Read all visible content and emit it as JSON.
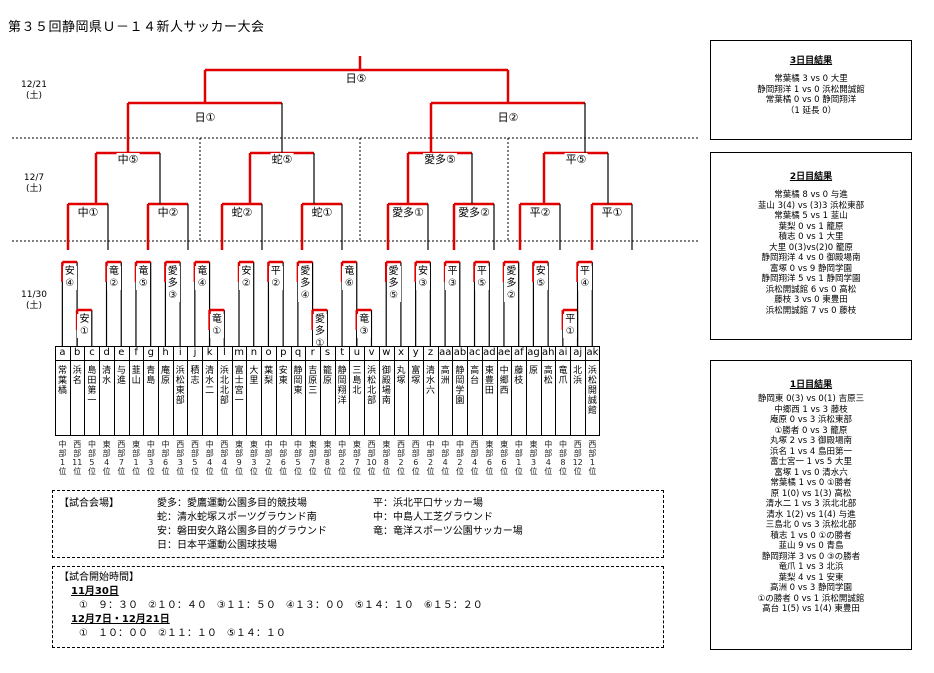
{
  "title": "第３５回静岡県Ｕ－１４新人サッカー大会",
  "days": {
    "d1": [
      "12/21",
      "(土)"
    ],
    "d2": [
      "12/7",
      "(土)"
    ],
    "d3": [
      "11/30",
      "(土)"
    ]
  },
  "codes": [
    "a",
    "b",
    "c",
    "d",
    "e",
    "f",
    "g",
    "h",
    "i",
    "j",
    "k",
    "l",
    "m",
    "n",
    "o",
    "p",
    "q",
    "r",
    "s",
    "t",
    "u",
    "v",
    "w",
    "x",
    "y",
    "z",
    "aa",
    "ab",
    "ac",
    "ad",
    "ae",
    "af",
    "ag",
    "ah",
    "ai",
    "aj",
    "ak"
  ],
  "teams": [
    "常葉橘",
    "浜名",
    "島田第一",
    "清水",
    "与進",
    "韮山",
    "青島",
    "庵原",
    "浜松東部",
    "積志",
    "清水二",
    "浜北北部",
    "富士宮一",
    "大里",
    "葉梨",
    "安東",
    "静岡東",
    "吉原三",
    "籠原",
    "静岡翔洋",
    "三島北",
    "浜松北部",
    "御殿場南",
    "丸塚",
    "富塚",
    "清水六",
    "高洲",
    "静岡学園",
    "高台",
    "東豊田",
    "中郷西",
    "藤枝",
    "原",
    "高松",
    "竜爪",
    "北浜",
    "浜松開誠館"
  ],
  "seeds": [
    "中部1位",
    "西部11位",
    "中部5位",
    "東部4位",
    "西部7位",
    "東部1位",
    "中部3位",
    "中部6位",
    "西部3位",
    "西部5位",
    "中部4位",
    "西部4位",
    "東部9位",
    "東部3位",
    "中部2位",
    "中部6位",
    "中部5位",
    "東部7位",
    "東部8位",
    "中部2位",
    "東部7位",
    "西部10位",
    "東部8位",
    "西部2位",
    "西部6位",
    "中部2位",
    "中部4位",
    "中部2位",
    "西部4位",
    "東部6位",
    "東部6位",
    "中部1位",
    "東部3位",
    "中部4位",
    "中部8位",
    "西部12位",
    "西部1位"
  ],
  "r1_matches": [
    {
      "label": "安④",
      "pair": [
        0,
        1
      ]
    },
    {
      "label": "安①",
      "pair": [
        1,
        2
      ]
    },
    {
      "label": "竜②",
      "pair": [
        3,
        4
      ]
    },
    {
      "label": "竜⑤",
      "pair": [
        5,
        6
      ]
    },
    {
      "label": "愛多③",
      "pair": [
        7,
        8
      ]
    },
    {
      "label": "竜④",
      "pair": [
        9,
        10
      ]
    },
    {
      "label": "竜①",
      "pair": [
        10,
        11
      ]
    },
    {
      "label": "安②",
      "pair": [
        12,
        13
      ]
    },
    {
      "label": "平②",
      "pair": [
        14,
        15
      ]
    },
    {
      "label": "愛多④",
      "pair": [
        16,
        17
      ]
    },
    {
      "label": "愛多①",
      "pair": [
        17,
        18
      ]
    },
    {
      "label": "竜⑥",
      "pair": [
        19,
        20
      ]
    },
    {
      "label": "竜③",
      "pair": [
        20,
        21
      ]
    },
    {
      "label": "愛多⑤",
      "pair": [
        22,
        23
      ]
    },
    {
      "label": "安③",
      "pair": [
        24,
        25
      ]
    },
    {
      "label": "平③",
      "pair": [
        26,
        27
      ]
    },
    {
      "label": "平⑤",
      "pair": [
        28,
        29
      ]
    },
    {
      "label": "愛多②",
      "pair": [
        30,
        31
      ]
    },
    {
      "label": "安⑤",
      "pair": [
        32,
        33
      ]
    },
    {
      "label": "平①",
      "pair": [
        34,
        35
      ]
    },
    {
      "label": "平④",
      "pair": [
        35,
        36
      ]
    }
  ],
  "r2_matches": [
    "中①",
    "中②",
    "蛇②",
    "蛇①",
    "愛多①",
    "愛多②",
    "平②",
    "平①"
  ],
  "r3_matches": [
    "中⑤",
    "蛇⑤",
    "愛多⑤",
    "平⑤"
  ],
  "r4_matches": [
    "日①",
    "日②"
  ],
  "final": "日⑤",
  "panel3": {
    "title": "3日目結果",
    "lines": [
      "常葉橘 3 vs 0 大里",
      "静岡翔洋 1 vs 0 浜松開誠館",
      "常葉橘 0 vs 0 静岡翔洋",
      "（1 延長 0）"
    ]
  },
  "panel2": {
    "title": "2日目結果",
    "lines": [
      "常葉橘 8 vs 0 与進",
      "韮山 3(4) vs (3)3 浜松東部",
      "常葉橘 5 vs 1 韮山",
      "葉梨 0 vs 1 籠原",
      "積志 0 vs 1 大里",
      "大里 0(3)vs(2)0 籠原",
      "静岡翔洋 4 vs 0 御殿場南",
      "富塚 0 vs 9 静岡学園",
      "静岡翔洋 5 vs 1 静岡学園",
      "浜松開誠館 6 vs 0 高松",
      "藤枝 3 vs 0 東豊田",
      "浜松開誠館 7 vs 0 藤枝"
    ]
  },
  "panel1": {
    "title": "1日目結果",
    "lines": [
      "静岡東 0(3) vs 0(1) 吉原三",
      "中郷西 1 vs 3 藤枝",
      "庵原 0 vs 3 浜松東部",
      "①勝者 0 vs 3 籠原",
      "丸塚 2 vs 3 御殿場南",
      "浜名 1 vs 4 島田第一",
      "富士宮一 1 vs 5 大里",
      "富塚 1 vs 0 清水六",
      "常葉橘 1 vs 0 ①勝者",
      "原 1(0) vs 1(3) 高松",
      "清水二 1 vs 3 浜北北部",
      "清水 1(2) vs 1(4) 与進",
      "三島北 0 vs 3 浜松北部",
      "積志 1 vs 0 ①の勝者",
      "韮山 9 vs 0 青島",
      "静岡翔洋 3 vs 0 ③の勝者",
      "竜爪 1 vs 3 北浜",
      "葉梨 4 vs 1 安東",
      "高洲 0 vs 3 静岡学園",
      "①の勝者 0 vs 1 浜松開誠館",
      "高台 1(5) vs 1(4) 東豊田"
    ]
  },
  "venues": {
    "header": "【試合会場】",
    "left": [
      "愛多：愛鷹運動公園多目的競技場",
      "蛇：清水蛇塚スポーツグラウンド南",
      "安：磐田安久路公園多目的グラウンド",
      "日：日本平運動公園球技場"
    ],
    "right": [
      "平：浜北平口サッカー場",
      "中：中島人工芝グラウンド",
      "竜：竜洋スポーツ公園サッカー場"
    ]
  },
  "times": {
    "header": "【試合開始時間】",
    "date1": "11月30日",
    "slots1": "①　９：３０　②１０：４０　③１１：５０　④１３：００　⑤１４：１０　⑥１５：２０",
    "date2": "12月7日・12月21日",
    "slots2": "①　１０：００　②１１：１０　⑤１４：１０"
  },
  "colors": {
    "winner": "#e00000",
    "line": "#000000"
  }
}
